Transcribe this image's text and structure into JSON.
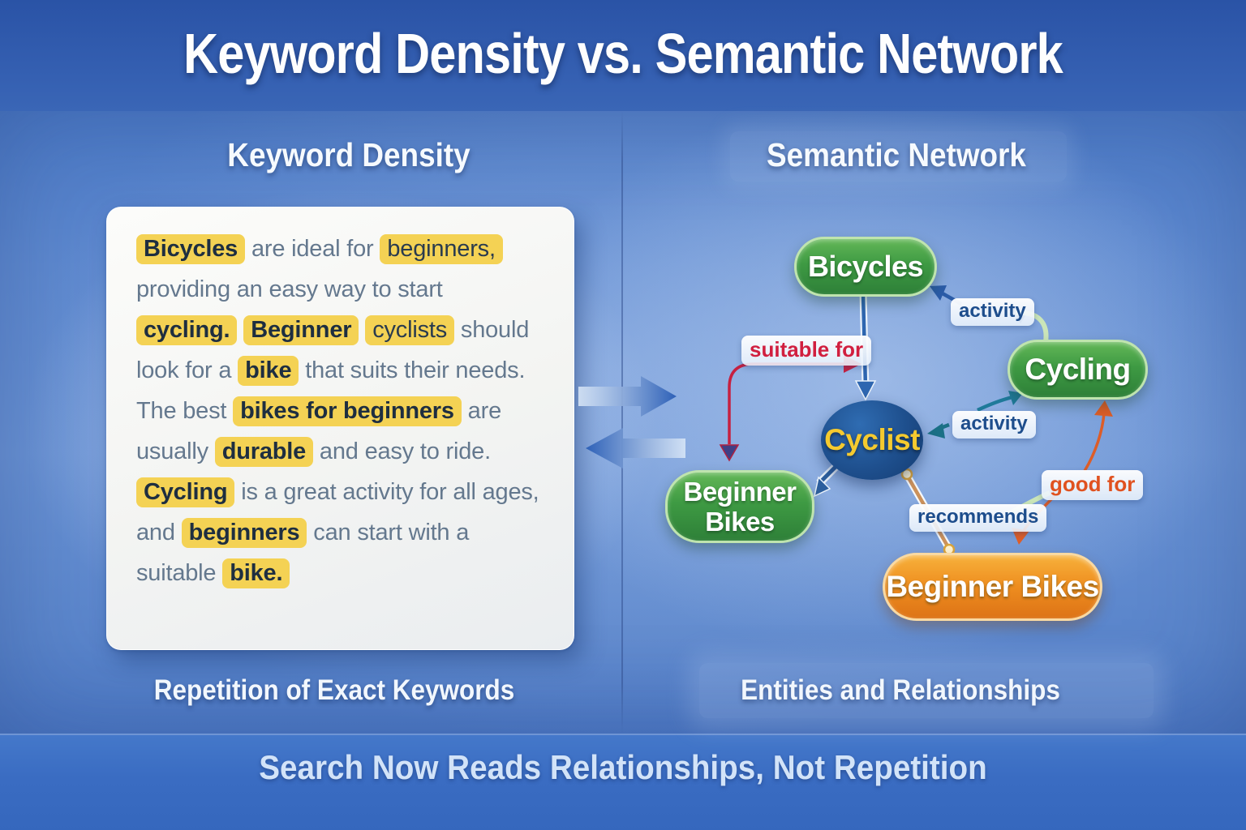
{
  "title": "Keyword Density vs. Semantic Network",
  "panels": {
    "left": {
      "heading": "Keyword Density",
      "caption": "Repetition of Exact Keywords"
    },
    "right": {
      "heading": "Semantic Network",
      "caption": "Entities and Relationships"
    }
  },
  "footer": {
    "text": "Search Now Reads Relationships, Not Repetition"
  },
  "card": {
    "segments": [
      {
        "text": "Bicycles",
        "highlight": true,
        "bold": true
      },
      {
        "text": " are ideal for ",
        "highlight": false,
        "bold": false
      },
      {
        "text": "beginners,",
        "highlight": true,
        "bold": false
      },
      {
        "text": " providing an easy way to start ",
        "highlight": false,
        "bold": false
      },
      {
        "text": "cycling.",
        "highlight": true,
        "bold": true
      },
      {
        "text": " ",
        "highlight": false,
        "bold": false
      },
      {
        "text": "Beginner",
        "highlight": true,
        "bold": true
      },
      {
        "text": " ",
        "highlight": false,
        "bold": false
      },
      {
        "text": "cyclists",
        "highlight": true,
        "bold": false
      },
      {
        "text": " should look for a ",
        "highlight": false,
        "bold": false
      },
      {
        "text": "bike",
        "highlight": true,
        "bold": true
      },
      {
        "text": " that suits their needs. The best ",
        "highlight": false,
        "bold": false
      },
      {
        "text": "bikes for beginners",
        "highlight": true,
        "bold": true
      },
      {
        "text": " are usually ",
        "highlight": false,
        "bold": false
      },
      {
        "text": "durable",
        "highlight": true,
        "bold": true
      },
      {
        "text": " and easy to ride. ",
        "highlight": false,
        "bold": false
      },
      {
        "text": "Cycling",
        "highlight": true,
        "bold": true
      },
      {
        "text": " is a great activity for all ages, and ",
        "highlight": false,
        "bold": false
      },
      {
        "text": "beginners",
        "highlight": true,
        "bold": true
      },
      {
        "text": " can start with a suitable ",
        "highlight": false,
        "bold": false
      },
      {
        "text": "bike.",
        "highlight": true,
        "bold": true
      }
    ]
  },
  "network": {
    "nodes": {
      "bicycles": {
        "label": "Bicycles",
        "shape": "pill",
        "color": "#3e9a43"
      },
      "cycling": {
        "label": "Cycling",
        "shape": "pill",
        "color": "#3e9a43"
      },
      "cyclist": {
        "label": "Cyclist",
        "shape": "ellipse",
        "color": "#1e4f8d",
        "text_color": "#f5ca2f"
      },
      "beginner_bikes_left": {
        "label": "Beginner Bikes",
        "shape": "pill",
        "color": "#3e9a43"
      },
      "beginner_bikes_bottom": {
        "label": "Beginner Bikes",
        "shape": "pill",
        "color": "#ee8d1f"
      }
    },
    "edge_labels": {
      "suitable_for": "suitable for",
      "activity_top": "activity",
      "activity_mid": "activity",
      "recommends": "recommends",
      "good_for": "good for"
    },
    "edges": [
      {
        "from": "Bicycles",
        "to": "Cyclist",
        "label": ""
      },
      {
        "from": "Cycling",
        "to": "Bicycles",
        "label": "activity"
      },
      {
        "from": "Cyclist",
        "to": "Cycling",
        "label": "activity"
      },
      {
        "from": "Beginner Bikes",
        "to": "Cyclist",
        "label": "suitable for"
      },
      {
        "from": "Cyclist",
        "to": "Beginner Bikes",
        "label": ""
      },
      {
        "from": "Cyclist",
        "to": "Beginner Bikes",
        "label": "recommends"
      },
      {
        "from": "Beginner Bikes",
        "to": "Cycling",
        "label": "good for"
      }
    ]
  },
  "colors": {
    "top_band_blue": "#2a53a6",
    "main_blue": "#5e89cf",
    "footer_blue": "#3a6cc2",
    "highlight_yellow": "#f4d254",
    "card_body_text": "#64788e",
    "entity_green": "#3e9a43",
    "entity_orange": "#ee8d1f",
    "central_node_blue": "#1e4f8d",
    "central_node_text_yellow": "#f5ca2f",
    "relation_red": "#c62040",
    "relation_orange": "#dd5d28",
    "relation_blue": "#2b5ca8",
    "relation_teal": "#1b7086"
  }
}
